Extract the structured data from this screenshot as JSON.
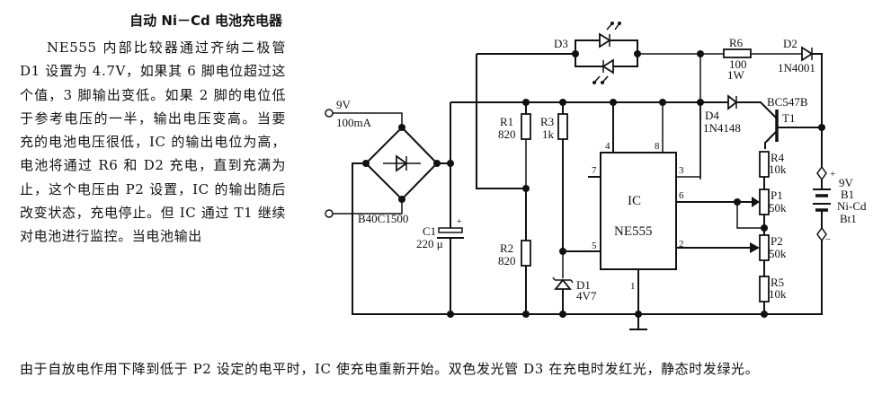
{
  "title": "自动 Ni－Cd 电池充电器",
  "description_column": "NE555 内部比较器通过齐纳二极管 D1 设置为 4.7V，如果其 6 脚电位超过这个值，3 脚输出变低。如果 2 脚的电位低于参考电压的一半，输出电压变高。当要充的电池电压很低，IC 的输出电位为高，电池将通过 R6 和 D2 充电，直到充满为止，这个电压由 P2 设置，IC 的输出随后改变状态，充电停止。但 IC 通过 T1 继续对电池进行监控。当电池输出",
  "description_bottom": "由于自放电作用下降到低于 P2 设定的电平时，IC 使充电重新开始。双色发光管 D3 在充电时发红光，静态时发绿光。",
  "circuit": {
    "input": {
      "voltage": "9V",
      "current": "100mA"
    },
    "bridge": {
      "label": "B40C1500"
    },
    "components": {
      "C1": {
        "name": "C1",
        "value": "220 μ"
      },
      "R1": {
        "name": "R1",
        "value": "820"
      },
      "R2": {
        "name": "R2",
        "value": "820"
      },
      "R3": {
        "name": "R3",
        "value": "1k"
      },
      "R4": {
        "name": "R4",
        "value": "10k"
      },
      "R5": {
        "name": "R5",
        "value": "10k"
      },
      "R6": {
        "name": "R6",
        "value": "100",
        "power": "1W"
      },
      "P1": {
        "name": "P1",
        "value": "50k"
      },
      "P2": {
        "name": "P2",
        "value": "50k"
      },
      "D1": {
        "name": "D1",
        "value": "4V7"
      },
      "D2": {
        "name": "D2",
        "value": "1N4001"
      },
      "D3": {
        "name": "D3"
      },
      "D4": {
        "name": "D4",
        "value": "1N4148"
      },
      "T1": {
        "name": "T1",
        "value": "BC547B"
      },
      "IC": {
        "name": "IC",
        "value": "NE555"
      },
      "B1": {
        "voltage": "9V",
        "name": "B1",
        "type": "Ni-Cd",
        "cells": "Bt1",
        "plus": "+",
        "minus": "−"
      }
    },
    "pins": {
      "p4": "4",
      "p8": "8",
      "p7": "7",
      "p3": "3",
      "p6": "6",
      "p5": "5",
      "p2": "2",
      "p1": "1"
    }
  }
}
